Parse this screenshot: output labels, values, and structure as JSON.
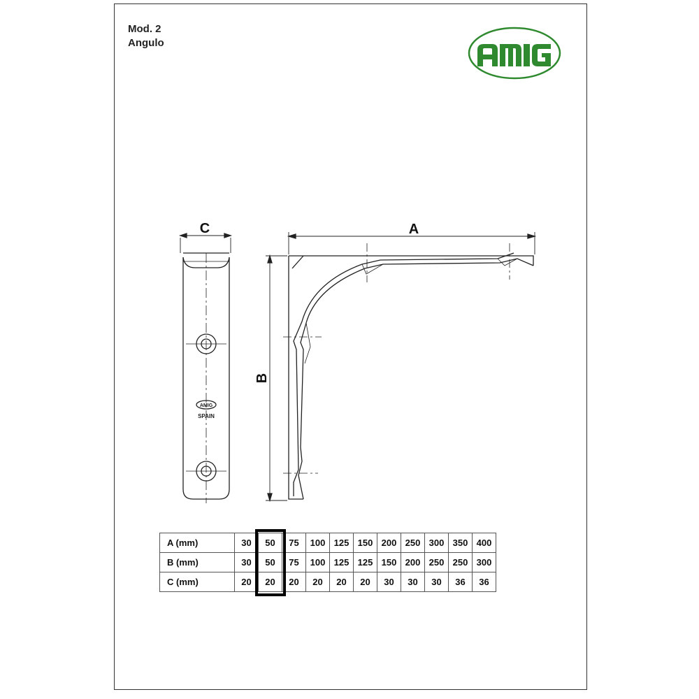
{
  "header": {
    "model": "Mod. 2",
    "name": "Angulo"
  },
  "logo": {
    "text": "AMIG",
    "color": "#2f8a2f",
    "ring_color": "#2f8a2f"
  },
  "drawing": {
    "label_a": "A",
    "label_b": "B",
    "label_c": "C",
    "stamp_text": "SPAIN"
  },
  "dimensions_table": {
    "rows": [
      {
        "label": "A (mm)",
        "values": [
          "30",
          "50",
          "75",
          "100",
          "125",
          "150",
          "200",
          "250",
          "300",
          "350",
          "400"
        ]
      },
      {
        "label": "B (mm)",
        "values": [
          "30",
          "50",
          "75",
          "100",
          "125",
          "125",
          "150",
          "200",
          "250",
          "250",
          "300"
        ]
      },
      {
        "label": "C (mm)",
        "values": [
          "20",
          "20",
          "20",
          "20",
          "20",
          "20",
          "30",
          "30",
          "30",
          "36",
          "36"
        ]
      }
    ],
    "highlighted_column": 1
  }
}
